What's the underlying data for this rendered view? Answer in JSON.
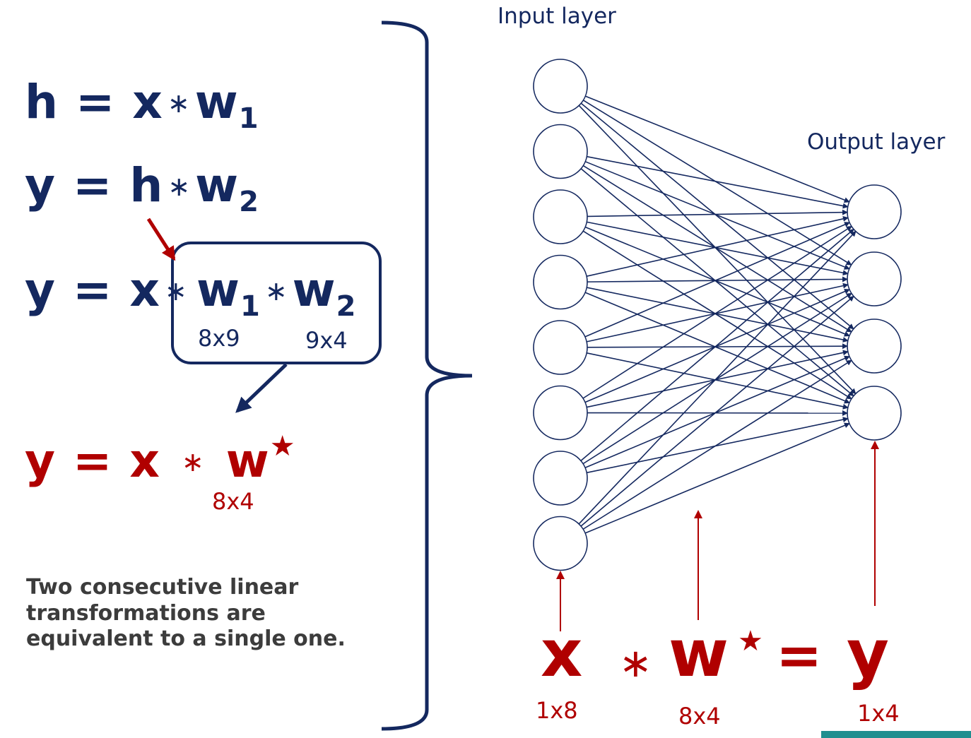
{
  "equations": {
    "eq1": {
      "lhs": "h",
      "x": "x",
      "w": "w",
      "sub": "1"
    },
    "eq2": {
      "lhs": "y",
      "x": "h",
      "w": "w",
      "sub": "2"
    },
    "eq3": {
      "lhs": "y",
      "x": "x",
      "w1": "w",
      "sub1": "1",
      "w2": "w",
      "sub2": "2",
      "dim1": "8x9",
      "dim2": "9x4"
    },
    "eq4": {
      "lhs": "y",
      "x": "x",
      "w": "w",
      "star": "★",
      "dim": "8x4"
    },
    "equals": "=",
    "operator": "∗"
  },
  "note": "Two consecutive linear transformations are equivalent to a single one.",
  "network": {
    "input_label": "Input layer",
    "output_label": "Output layer",
    "input_nodes": 8,
    "output_nodes": 4
  },
  "bottom_equation": {
    "x": "x",
    "op": "∗",
    "w": "w",
    "star": "★",
    "eq": "=",
    "y": "y",
    "dim_x": "1x8",
    "dim_w": "8x4",
    "dim_y": "1x4"
  },
  "colors": {
    "navy": "#14285f",
    "red": "#b00000",
    "accent": "#1f8f8f"
  }
}
